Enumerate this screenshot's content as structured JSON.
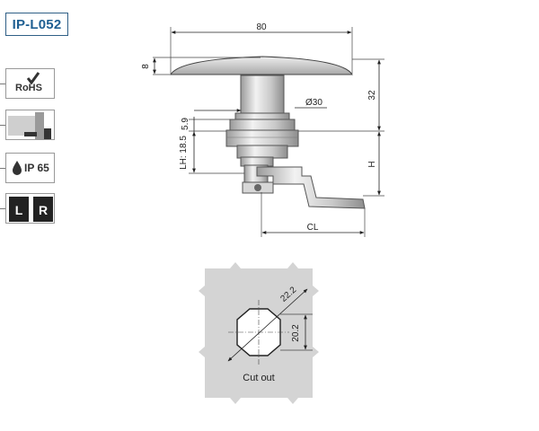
{
  "product": {
    "code": "IP-L052"
  },
  "features": {
    "rohs_label": "RoHS",
    "ip_label": "IP 65",
    "lr_left": "L",
    "lr_right": "R"
  },
  "dimensions": {
    "width": "80",
    "thickness": "8",
    "diameter": "Ø30",
    "height_32": "32",
    "gap": "5.9",
    "lh": "LH: 18.5",
    "h": "H",
    "cl": "CL"
  },
  "cutout": {
    "label": "Cut out",
    "diag": "22.2",
    "flat": "20.2"
  },
  "colors": {
    "code_blue": "#1f5f92",
    "cutout_gray": "#d4d4d4"
  }
}
